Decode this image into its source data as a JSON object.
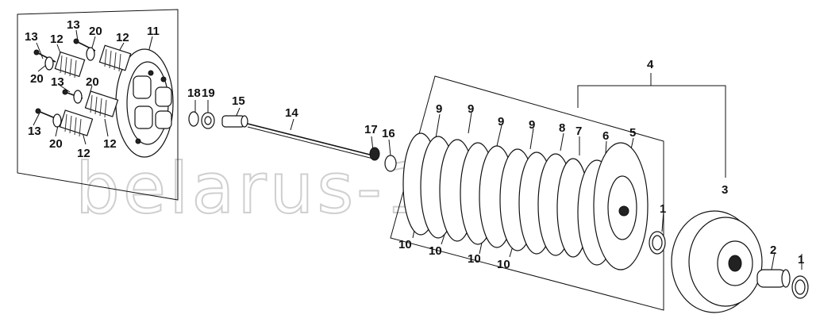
{
  "watermark": "belarus-1.ru",
  "callouts": [
    {
      "id": "c13a",
      "text": "13"
    },
    {
      "id": "c13b",
      "text": "13"
    },
    {
      "id": "c13c",
      "text": "13"
    },
    {
      "id": "c13d",
      "text": "13"
    },
    {
      "id": "c12a",
      "text": "12"
    },
    {
      "id": "c12b",
      "text": "12"
    },
    {
      "id": "c12c",
      "text": "12"
    },
    {
      "id": "c12d",
      "text": "12"
    },
    {
      "id": "c20a",
      "text": "20"
    },
    {
      "id": "c20b",
      "text": "20"
    },
    {
      "id": "c20c",
      "text": "20"
    },
    {
      "id": "c20d",
      "text": "20"
    },
    {
      "id": "c11",
      "text": "11"
    },
    {
      "id": "c18",
      "text": "18"
    },
    {
      "id": "c19",
      "text": "19"
    },
    {
      "id": "c15",
      "text": "15"
    },
    {
      "id": "c14",
      "text": "14"
    },
    {
      "id": "c17",
      "text": "17"
    },
    {
      "id": "c16",
      "text": "16"
    },
    {
      "id": "c9a",
      "text": "9"
    },
    {
      "id": "c9b",
      "text": "9"
    },
    {
      "id": "c9c",
      "text": "9"
    },
    {
      "id": "c9d",
      "text": "9"
    },
    {
      "id": "c8",
      "text": "8"
    },
    {
      "id": "c7",
      "text": "7"
    },
    {
      "id": "c6",
      "text": "6"
    },
    {
      "id": "c5",
      "text": "5"
    },
    {
      "id": "c4",
      "text": "4"
    },
    {
      "id": "c3",
      "text": "3"
    },
    {
      "id": "c10a",
      "text": "10"
    },
    {
      "id": "c10b",
      "text": "10"
    },
    {
      "id": "c10c",
      "text": "10"
    },
    {
      "id": "c10d",
      "text": "10"
    },
    {
      "id": "c1a",
      "text": "1"
    },
    {
      "id": "c1b",
      "text": "1"
    },
    {
      "id": "c2",
      "text": "2"
    }
  ]
}
